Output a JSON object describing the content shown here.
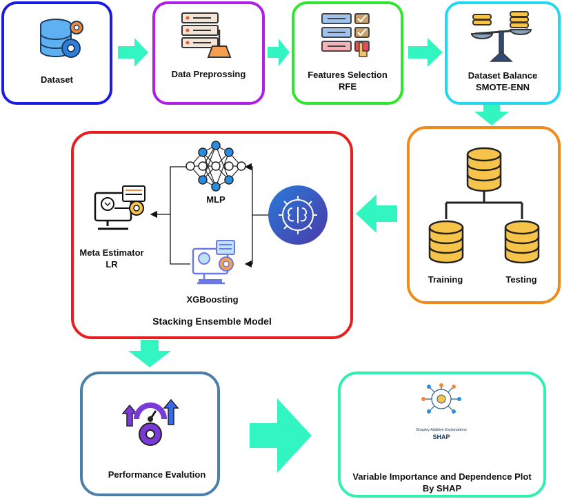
{
  "steps": {
    "dataset": "Dataset",
    "preprocessing": "Data Preprossing",
    "features_line1": "Features Selection",
    "features_line2": "RFE",
    "balance_line1": "Dataset Balance",
    "balance_line2": "SMOTE-ENN",
    "training": "Training",
    "testing": "Testing",
    "mlp": "MLP",
    "xgboost": "XGBoosting",
    "meta_line1": "Meta Estimator",
    "meta_line2": "LR",
    "stacking_title": "Stacking Ensemble Model",
    "performance": "Performance Evalution",
    "shap_line1": "Variable Importance and Dependence Plot",
    "shap_line2": "By SHAP"
  },
  "shap_logo": {
    "caption": "Shapley Additive Explanations",
    "name": "SHAP"
  },
  "colors": {
    "dataset_border": "#1a1ae6",
    "preprocessing_border": "#b01ee6",
    "features_border": "#2ee62e",
    "balance_border": "#21d8f0",
    "split_border": "#f08a18",
    "stacking_border": "#e81e1e",
    "performance_border": "#4a7fa8",
    "shap_border": "#2ef0b0",
    "arrow_fill": "#33f5c2",
    "db_gold": "#f6c44a"
  }
}
